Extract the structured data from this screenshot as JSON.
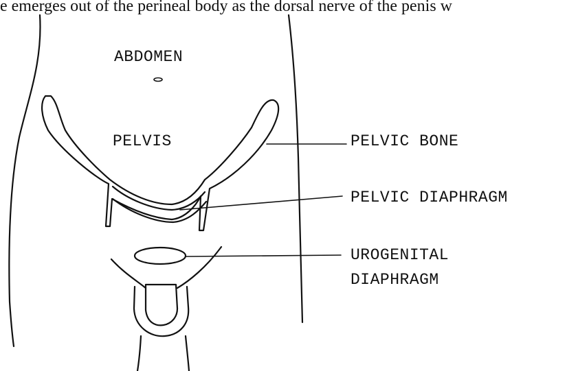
{
  "header_text": "e emerges out of the perineal body as the dorsal nerve of the penis w",
  "labels": {
    "abdomen": "ABDOMEN",
    "pelvis": "PELVIS",
    "pelvic_bone": "PELVIC BONE",
    "pelvic_diaphragm": "PELVIC DIAPHRAGM",
    "urogenital_line1": "UROGENITAL",
    "urogenital_line2": "DIAPHRAGM"
  }
}
